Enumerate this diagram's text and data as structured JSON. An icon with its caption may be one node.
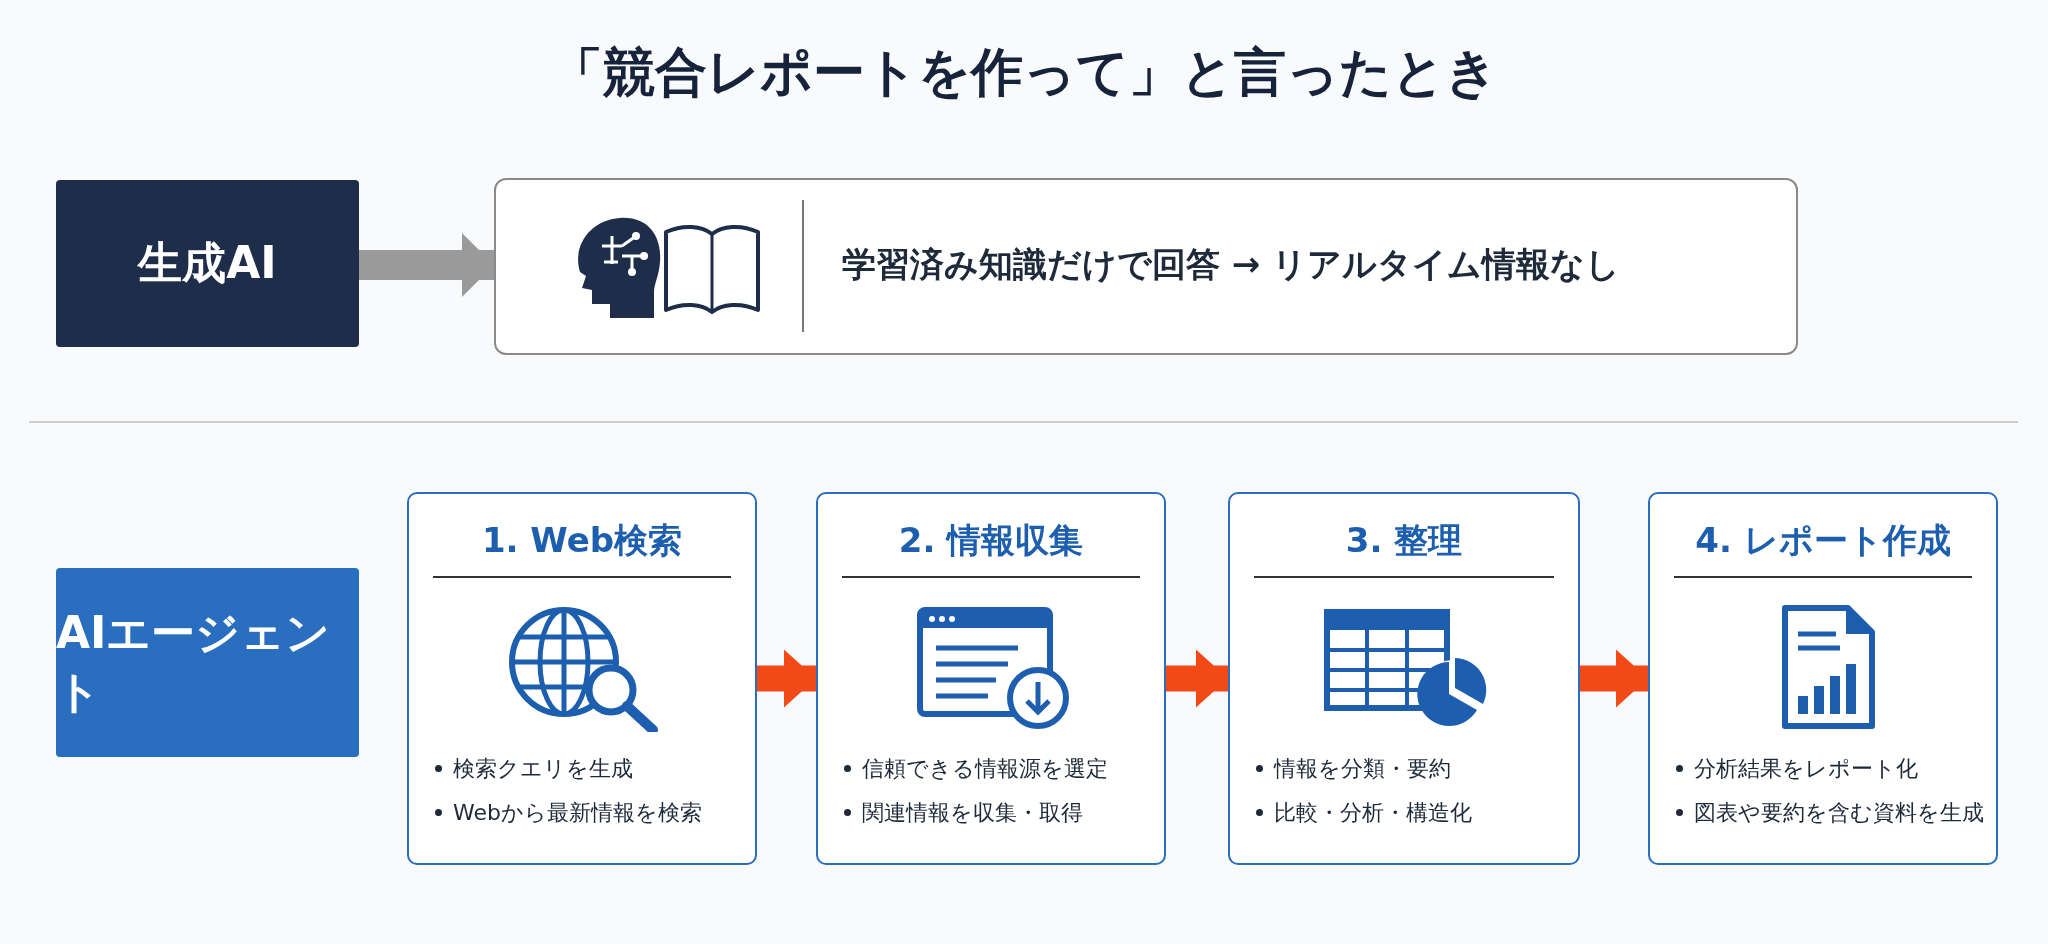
{
  "diagram": {
    "title": "「競合レポートを作って」と言ったとき",
    "nodes": [
      {
        "text": [
          "生成AI"
        ]
      },
      {
        "text": [
          "学習済み知識だけで回答 → リアルタイム情報なし"
        ]
      },
      {
        "text": [
          "AIエージェント"
        ]
      },
      {
        "text": [
          "1. Web検索",
          "検索クエリを生成",
          "Webから最新情報を検索"
        ]
      },
      {
        "text": [
          "2. 情報収集",
          "信頼できる情報源を選定",
          "関連情報を収集・取得"
        ]
      },
      {
        "text": [
          "3. 整理",
          "情報を分類・要約",
          "比較・分析・構造化"
        ]
      },
      {
        "text": [
          "4. レポート作成",
          "分析結果をレポート化",
          "図表や要約を含む資料を生成"
        ]
      }
    ],
    "edges": [
      {
        "from": 0,
        "to": 1,
        "arrow": "to",
        "color": "#9a9a9a"
      },
      {
        "from": 3,
        "to": 4,
        "arrow": "to"
      },
      {
        "from": 4,
        "to": 5,
        "arrow": "to"
      },
      {
        "from": 5,
        "to": 6,
        "arrow": "to"
      }
    ]
  }
}
